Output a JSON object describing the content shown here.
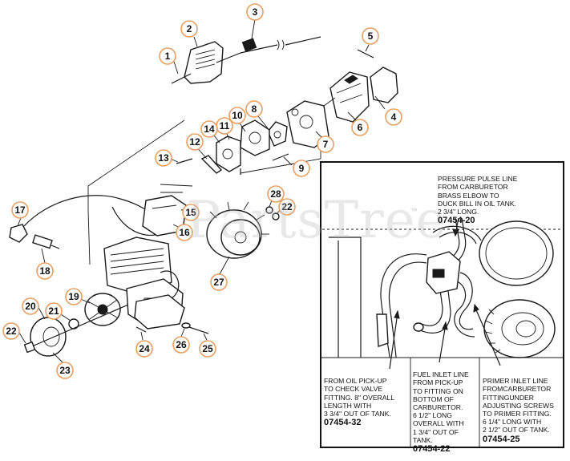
{
  "watermark": {
    "text": "PartsTree",
    "trademark": "™"
  },
  "callouts": [
    {
      "id": "c1",
      "label": "1"
    },
    {
      "id": "c2",
      "label": "2"
    },
    {
      "id": "c3",
      "label": "3"
    },
    {
      "id": "c4",
      "label": "4"
    },
    {
      "id": "c5",
      "label": "5"
    },
    {
      "id": "c6",
      "label": "6"
    },
    {
      "id": "c7",
      "label": "7"
    },
    {
      "id": "c8",
      "label": "8"
    },
    {
      "id": "c9",
      "label": "9"
    },
    {
      "id": "c10",
      "label": "10"
    },
    {
      "id": "c11",
      "label": "11"
    },
    {
      "id": "c12",
      "label": "12"
    },
    {
      "id": "c13",
      "label": "13"
    },
    {
      "id": "c14",
      "label": "14"
    },
    {
      "id": "c15",
      "label": "15"
    },
    {
      "id": "c16",
      "label": "16"
    },
    {
      "id": "c17",
      "label": "17"
    },
    {
      "id": "c18",
      "label": "18"
    },
    {
      "id": "c19",
      "label": "19"
    },
    {
      "id": "c20",
      "label": "20"
    },
    {
      "id": "c21",
      "label": "21"
    },
    {
      "id": "c22a",
      "label": "22"
    },
    {
      "id": "c22b",
      "label": "22"
    },
    {
      "id": "c23",
      "label": "23"
    },
    {
      "id": "c24",
      "label": "24"
    },
    {
      "id": "c25",
      "label": "25"
    },
    {
      "id": "c26",
      "label": "26"
    },
    {
      "id": "c27",
      "label": "27"
    },
    {
      "id": "c28",
      "label": "28"
    }
  ],
  "inset": {
    "pressure_pulse": {
      "text": "PRESSURE PULSE LINE\nFROM CARBURETOR\nBRASS ELBOW TO\nDUCK BILL IN OIL TANK.\n2 3/4\" LONG.",
      "part_no": "07454-20"
    },
    "oil_pickup": {
      "text": "FROM OIL PICK-UP\nTO CHECK VALVE\nFITTING. 8\" OVERALL\nLENGTH WITH\n3 3/4\" OUT OF TANK.",
      "part_no": "07454-32"
    },
    "fuel_inlet": {
      "text": "FUEL INLET LINE\nFROM PICK-UP\nTO FITTING ON\nBOTTOM OF\nCARBURETOR.\n6 1/2\" LONG\nOVERALL WITH\n1 3/4\" OUT OF\nTANK.",
      "part_no": "07454-22"
    },
    "primer_inlet": {
      "text": "PRIMER INLET LINE\nFROMCARBURETOR\nFITTINGUNDER\nADJUSTING SCREWS\nTO PRIMER FITTING.\n6 1/4\" LONG WITH\n2 1/2\" OUT OF TANK.",
      "part_no": "07454-25"
    }
  }
}
